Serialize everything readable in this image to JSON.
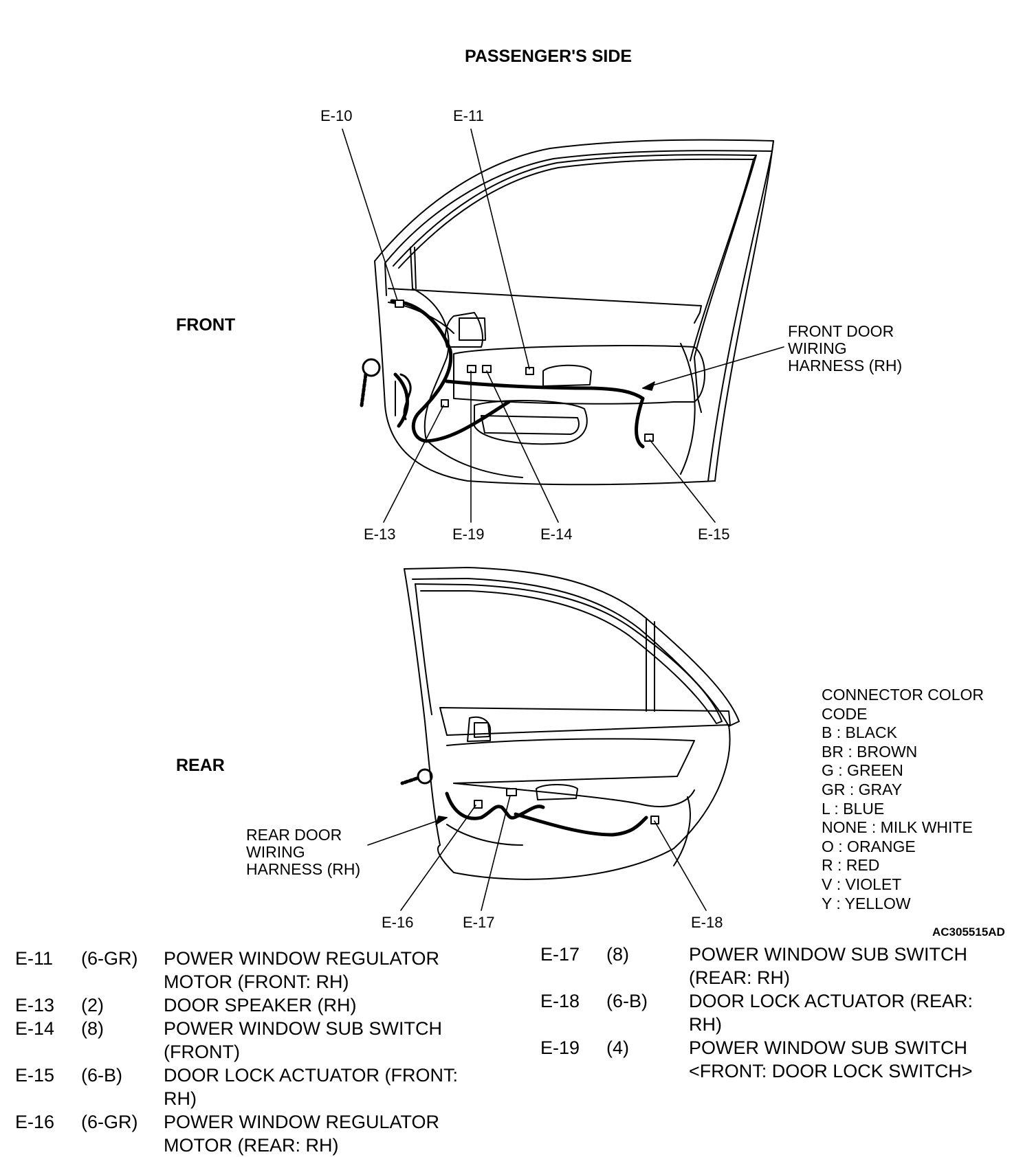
{
  "title": "PASSENGER'S SIDE",
  "front": {
    "view_label": "FRONT",
    "callouts": [
      "E-10",
      "E-11",
      "E-13",
      "E-19",
      "E-14",
      "E-15"
    ],
    "harness_label": "FRONT DOOR\nWIRING\nHARNESS (RH)"
  },
  "rear": {
    "view_label": "REAR",
    "callouts": [
      "E-16",
      "E-17",
      "E-18"
    ],
    "harness_label": "REAR DOOR\nWIRING\nHARNESS (RH)"
  },
  "color_code": {
    "heading": [
      "CONNECTOR COLOR",
      "CODE"
    ],
    "entries": [
      "B : BLACK",
      "BR : BROWN",
      "G : GREEN",
      "GR : GRAY",
      "L : BLUE",
      "NONE : MILK WHITE",
      "O : ORANGE",
      "R : RED",
      "V : VIOLET",
      "Y : YELLOW"
    ]
  },
  "figure_id": "AC305515AD",
  "connectors_left": [
    {
      "id": "E-11",
      "spec": "(6-GR)",
      "desc": [
        "POWER WINDOW REGULATOR",
        "MOTOR (FRONT: RH)"
      ]
    },
    {
      "id": "E-13",
      "spec": "(2)",
      "desc": [
        "DOOR SPEAKER (RH)"
      ]
    },
    {
      "id": "E-14",
      "spec": "(8)",
      "desc": [
        "POWER WINDOW SUB SWITCH",
        "(FRONT)"
      ]
    },
    {
      "id": "E-15",
      "spec": "(6-B)",
      "desc": [
        "DOOR LOCK ACTUATOR (FRONT:",
        "RH)"
      ]
    },
    {
      "id": "E-16",
      "spec": "(6-GR)",
      "desc": [
        "POWER WINDOW REGULATOR",
        "MOTOR (REAR: RH)"
      ]
    }
  ],
  "connectors_right": [
    {
      "id": "E-17",
      "spec": "(8)",
      "desc": [
        "POWER WINDOW SUB SWITCH",
        "(REAR: RH)"
      ]
    },
    {
      "id": "E-18",
      "spec": "(6-B)",
      "desc": [
        "DOOR LOCK ACTUATOR (REAR:",
        "RH)"
      ]
    },
    {
      "id": "E-19",
      "spec": "(4)",
      "desc": [
        "POWER WINDOW SUB SWITCH",
        "<FRONT: DOOR LOCK SWITCH>"
      ]
    }
  ]
}
